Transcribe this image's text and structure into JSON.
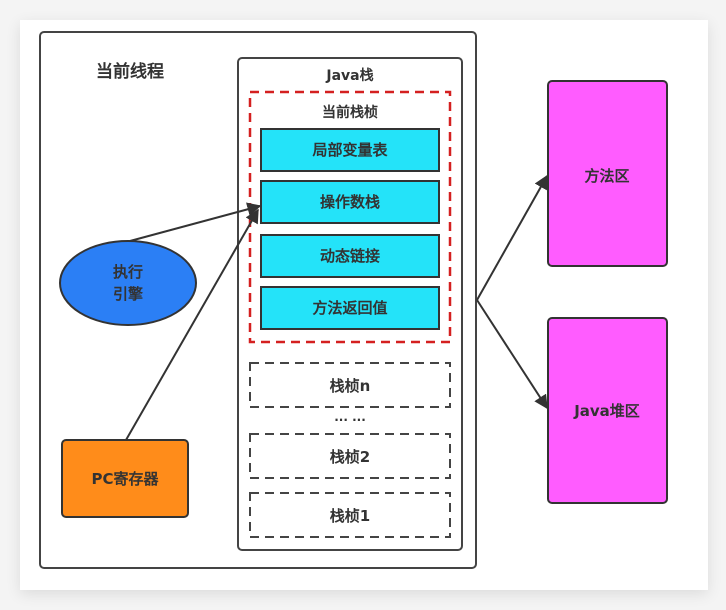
{
  "diagram": {
    "thread": {
      "title": "当前线程"
    },
    "java_stack": {
      "title": "Java栈",
      "current_frame": {
        "title": "当前栈桢",
        "slots": [
          "局部变量表",
          "操作数栈",
          "动态链接",
          "方法返回值"
        ]
      },
      "other_frames": [
        "栈桢n",
        "栈桢2",
        "栈桢1"
      ],
      "ellipsis": "··· ···"
    },
    "execution_engine": {
      "line1": "执行",
      "line2": "引擎"
    },
    "pc_register": {
      "label": "PC寄存器"
    },
    "method_area": {
      "label": "方法区"
    },
    "heap": {
      "label": "Java堆区"
    },
    "colors": {
      "slot_fill": "#24e3f9",
      "engine_fill": "#2b7ff5",
      "pc_fill": "#ff8c1a",
      "area_fill": "#ff5cff",
      "current_frame_border": "#d42020",
      "stroke": "#333333"
    },
    "edges": [
      {
        "from": "execution_engine",
        "to": "operand_stack"
      },
      {
        "from": "pc_register",
        "to": "operand_stack"
      },
      {
        "from": "java_stack",
        "to": "method_area"
      },
      {
        "from": "java_stack",
        "to": "heap"
      }
    ]
  }
}
